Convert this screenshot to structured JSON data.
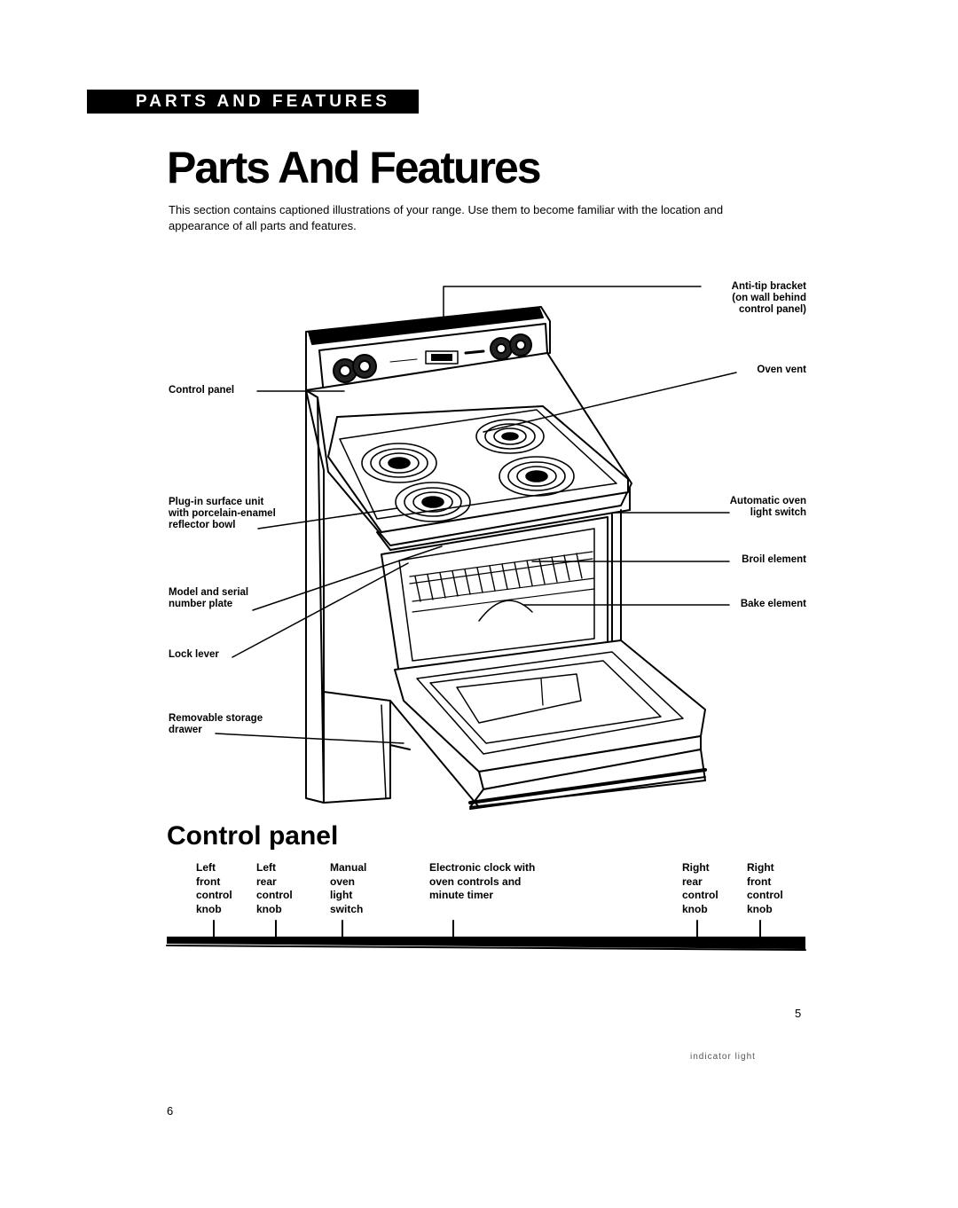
{
  "header": {
    "section_label": "PARTS AND FEATURES"
  },
  "page_title": "Parts And Features",
  "intro_text": "This section contains captioned illustrations of your range. Use them to become familiar with the location and appearance of all parts and features.",
  "callouts": {
    "anti_tip_bracket": "Anti-tip bracket\n(on wall behind\ncontrol panel)",
    "oven_vent": "Oven vent",
    "control_panel": "Control panel",
    "surface_unit": "Plug-in surface unit\nwith porcelain-enamel\nreflector bowl",
    "automatic_light_switch": "Automatic oven\nlight switch",
    "broil_element": "Broil element",
    "model_serial_plate": "Model and serial\nnumber plate",
    "bake_element": "Bake element",
    "lock_lever": "Lock lever",
    "storage_drawer": "Removable storage\ndrawer"
  },
  "control_panel_section": {
    "title": "Control panel",
    "labels": {
      "left_front": "Left\nfront\ncontrol\nknob",
      "left_rear": "Left\nrear\ncontrol\nknob",
      "manual_light": "Manual\noven\nlight\nswitch",
      "clock": "Electronic clock with\noven controls and\nminute timer",
      "right_rear": "Right\nrear\ncontrol\nknob",
      "right_front": "Right\nfront\ncontrol\nknob"
    }
  },
  "page_number_primary": "5",
  "faded_bleed_text": "indicator light",
  "page_number_secondary": "6"
}
